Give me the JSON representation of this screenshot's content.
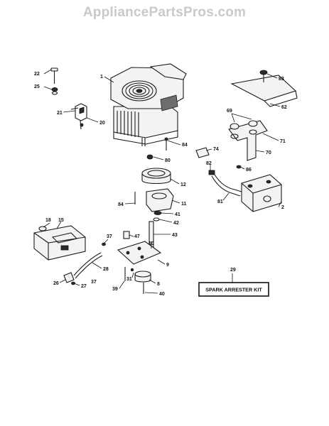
{
  "watermark": "AppliancePartsPros.com",
  "kit_label": "SPARK ARRESTER KIT",
  "callouts": [
    {
      "id": "c1",
      "text": "1"
    },
    {
      "id": "c22",
      "text": "22"
    },
    {
      "id": "c25",
      "text": "25"
    },
    {
      "id": "c21",
      "text": "21"
    },
    {
      "id": "c20",
      "text": "20"
    },
    {
      "id": "c83",
      "text": "83"
    },
    {
      "id": "c62",
      "text": "62"
    },
    {
      "id": "c69",
      "text": "69"
    },
    {
      "id": "c71",
      "text": "71"
    },
    {
      "id": "c70",
      "text": "70"
    },
    {
      "id": "c84a",
      "text": "84"
    },
    {
      "id": "c74",
      "text": "74"
    },
    {
      "id": "c80",
      "text": "80"
    },
    {
      "id": "c82",
      "text": "82"
    },
    {
      "id": "c86",
      "text": "86"
    },
    {
      "id": "c12",
      "text": "12"
    },
    {
      "id": "c84b",
      "text": "84"
    },
    {
      "id": "c11",
      "text": "11"
    },
    {
      "id": "c81",
      "text": "81"
    },
    {
      "id": "c2",
      "text": "2"
    },
    {
      "id": "c41",
      "text": "41"
    },
    {
      "id": "c42",
      "text": "42"
    },
    {
      "id": "c18",
      "text": "18"
    },
    {
      "id": "c15",
      "text": "15"
    },
    {
      "id": "c37a",
      "text": "37"
    },
    {
      "id": "c47",
      "text": "47"
    },
    {
      "id": "c43",
      "text": "43"
    },
    {
      "id": "c10",
      "text": "10"
    },
    {
      "id": "c9",
      "text": "9"
    },
    {
      "id": "c28",
      "text": "28"
    },
    {
      "id": "c29",
      "text": "29"
    },
    {
      "id": "c31",
      "text": "31"
    },
    {
      "id": "c8",
      "text": "8"
    },
    {
      "id": "c26",
      "text": "26"
    },
    {
      "id": "c27",
      "text": "27"
    },
    {
      "id": "c37b",
      "text": "37"
    },
    {
      "id": "c39",
      "text": "39"
    },
    {
      "id": "c40",
      "text": "40"
    }
  ]
}
